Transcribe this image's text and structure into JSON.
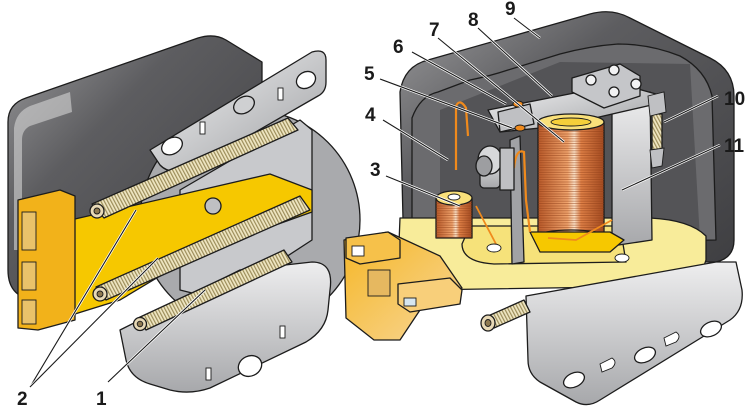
{
  "figure": {
    "description": "Cutaway illustration of an automotive relay-type voltage regulator shown from two views",
    "colors": {
      "housing_dark": "#5a5a5c",
      "housing_light": "#b9b9bb",
      "metal": "#d7d8da",
      "yellow_base": "#f6c800",
      "pale_yellow": "#f8ec9a",
      "connector_orange": "#f3b443",
      "copper_coil": "#d9733a",
      "orange_wire": "#f08a1c",
      "spring": "#d9cfa5"
    }
  },
  "callouts": [
    {
      "id": "1",
      "label": "1"
    },
    {
      "id": "2",
      "label": "2"
    },
    {
      "id": "3",
      "label": "3"
    },
    {
      "id": "4",
      "label": "4"
    },
    {
      "id": "5",
      "label": "5"
    },
    {
      "id": "6",
      "label": "6"
    },
    {
      "id": "7",
      "label": "7"
    },
    {
      "id": "8",
      "label": "8"
    },
    {
      "id": "9",
      "label": "9"
    },
    {
      "id": "10",
      "label": "10"
    },
    {
      "id": "11",
      "label": "11"
    }
  ]
}
